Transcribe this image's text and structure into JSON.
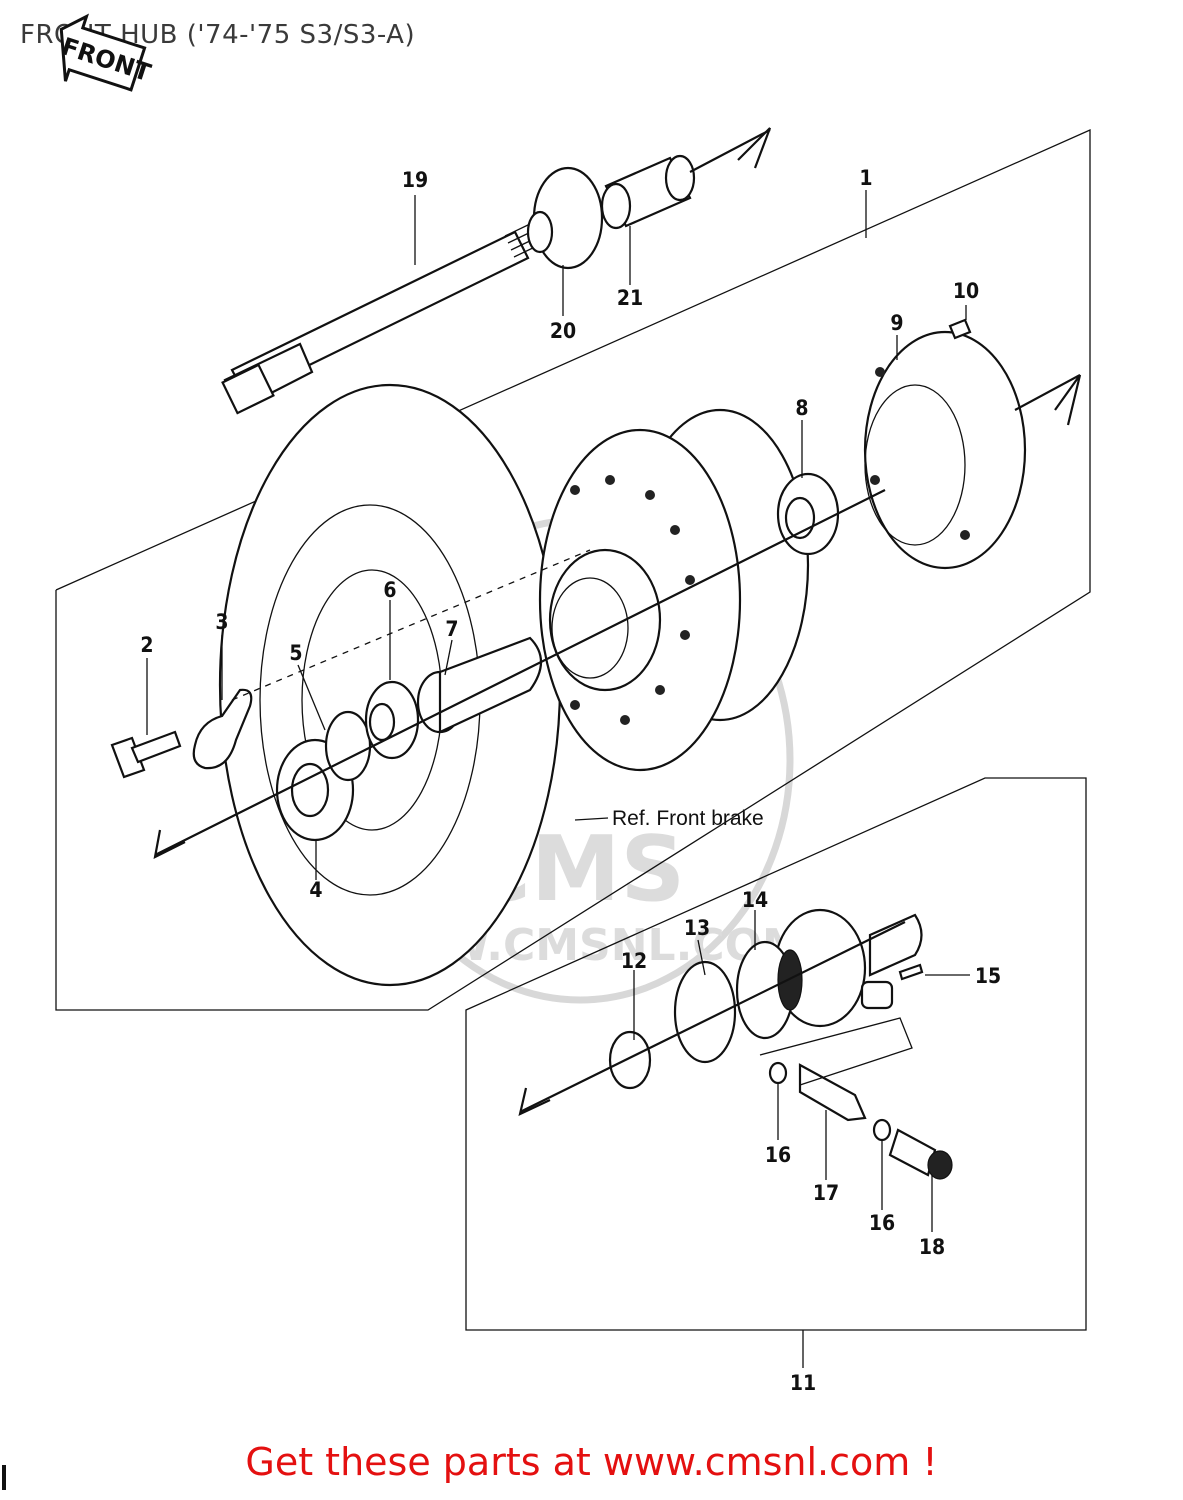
{
  "title": "FRONT HUB ('74-'75 S3/S3-A)",
  "front_arrow_label": "FRONT",
  "watermark": {
    "text_main": "CMS",
    "text_url": "WWW.CMSNL.COM"
  },
  "ref_front_brake": "Ref. Front brake",
  "footer": "Get these parts at www.cmsnl.com !",
  "callouts": {
    "c1": "1",
    "c2": "2",
    "c3": "3",
    "c4": "4",
    "c5": "5",
    "c6": "6",
    "c7": "7",
    "c8": "8",
    "c9": "9",
    "c10": "10",
    "c11": "11",
    "c12": "12",
    "c13": "13",
    "c14": "14",
    "c15": "15",
    "c16a": "16",
    "c16b": "16",
    "c17": "17",
    "c18": "18",
    "c19": "19",
    "c20": "20",
    "c21": "21"
  }
}
